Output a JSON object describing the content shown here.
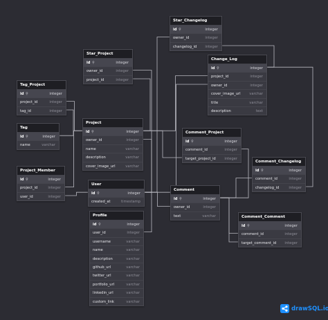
{
  "tables": [
    {
      "id": "star_changelog",
      "name": "Star_Changelog",
      "fields": [
        {
          "name": "id",
          "type": "integer",
          "pk": true
        },
        {
          "name": "owner_id",
          "type": "integer"
        },
        {
          "name": "changelog_id",
          "type": "integer"
        }
      ]
    },
    {
      "id": "change_log",
      "name": "Change_Log",
      "fields": [
        {
          "name": "id",
          "type": "integer",
          "pk": true
        },
        {
          "name": "project_id",
          "type": "integer"
        },
        {
          "name": "owner_id",
          "type": "integer"
        },
        {
          "name": "cover_image_url",
          "type": "varchar"
        },
        {
          "name": "title",
          "type": "varchar"
        },
        {
          "name": "description",
          "type": "text"
        }
      ]
    },
    {
      "id": "star_project",
      "name": "Star_Project",
      "fields": [
        {
          "name": "id",
          "type": "integer",
          "pk": true
        },
        {
          "name": "owner_id",
          "type": "integer"
        },
        {
          "name": "project_id",
          "type": "integer"
        }
      ]
    },
    {
      "id": "tag_project",
      "name": "Tag_Project",
      "fields": [
        {
          "name": "id",
          "type": "integer",
          "pk": true
        },
        {
          "name": "project_id",
          "type": "integer"
        },
        {
          "name": "tag_id",
          "type": "integer"
        }
      ]
    },
    {
      "id": "tag",
      "name": "Tag",
      "fields": [
        {
          "name": "id",
          "type": "integer",
          "pk": true
        },
        {
          "name": "name",
          "type": "varchar"
        }
      ]
    },
    {
      "id": "project",
      "name": "Project",
      "fields": [
        {
          "name": "id",
          "type": "integer",
          "pk": true
        },
        {
          "name": "owner_id",
          "type": "integer"
        },
        {
          "name": "name",
          "type": "varchar"
        },
        {
          "name": "description",
          "type": "varchar"
        },
        {
          "name": "cover_image_url",
          "type": "varchar"
        }
      ]
    },
    {
      "id": "comment_project",
      "name": "Comment_Project",
      "fields": [
        {
          "name": "id",
          "type": "integer",
          "pk": true
        },
        {
          "name": "comment_id",
          "type": "integer"
        },
        {
          "name": "target_project_id",
          "type": "integer"
        }
      ]
    },
    {
      "id": "comment_changelog",
      "name": "Comment_Changelog",
      "fields": [
        {
          "name": "id",
          "type": "integer",
          "pk": true
        },
        {
          "name": "comment_id",
          "type": "integer"
        },
        {
          "name": "changelog_id",
          "type": "integer"
        }
      ]
    },
    {
      "id": "project_member",
      "name": "Project_Member",
      "fields": [
        {
          "name": "id",
          "type": "integer",
          "pk": true
        },
        {
          "name": "project_id",
          "type": "integer"
        },
        {
          "name": "user_id",
          "type": "integer"
        }
      ]
    },
    {
      "id": "user",
      "name": "User",
      "fields": [
        {
          "name": "id",
          "type": "integer",
          "pk": true
        },
        {
          "name": "created_at",
          "type": "timestamp"
        }
      ]
    },
    {
      "id": "comment",
      "name": "Comment",
      "fields": [
        {
          "name": "id",
          "type": "integer",
          "pk": true
        },
        {
          "name": "owner_id",
          "type": "integer"
        },
        {
          "name": "text",
          "type": "varchar"
        }
      ]
    },
    {
      "id": "profile",
      "name": "Profile",
      "fields": [
        {
          "name": "id",
          "type": "integer",
          "pk": true
        },
        {
          "name": "user_id",
          "type": "integer"
        },
        {
          "name": "username",
          "type": "varchar"
        },
        {
          "name": "name",
          "type": "varchar"
        },
        {
          "name": "description",
          "type": "varchar"
        },
        {
          "name": "github_url",
          "type": "varchar"
        },
        {
          "name": "twitter_url",
          "type": "varchar"
        },
        {
          "name": "portfolio_url",
          "type": "varchar"
        },
        {
          "name": "linkedin_url",
          "type": "varchar"
        },
        {
          "name": "custom_link",
          "type": "varchar"
        }
      ]
    },
    {
      "id": "comment_comment",
      "name": "Comment_Comment",
      "fields": [
        {
          "name": "id",
          "type": "integer",
          "pk": true
        },
        {
          "name": "comment_id",
          "type": "integer"
        },
        {
          "name": "target_comment_id",
          "type": "integer"
        }
      ]
    }
  ],
  "relations": [
    {
      "from": "star_changelog.changelog_id",
      "to": "change_log.id"
    },
    {
      "from": "star_project.project_id",
      "to": "project.id"
    },
    {
      "from": "star_project.owner_id",
      "to": "user.id"
    },
    {
      "from": "star_changelog.owner_id",
      "to": "user.id"
    },
    {
      "from": "change_log.project_id",
      "to": "project.id"
    },
    {
      "from": "change_log.owner_id",
      "to": "user.id"
    },
    {
      "from": "tag_project.project_id",
      "to": "project.id"
    },
    {
      "from": "tag_project.tag_id",
      "to": "tag.id"
    },
    {
      "from": "project.owner_id",
      "to": "user.id"
    },
    {
      "from": "project_member.project_id",
      "to": "project.id"
    },
    {
      "from": "project_member.user_id",
      "to": "user.id"
    },
    {
      "from": "comment_project.target_project_id",
      "to": "project.id"
    },
    {
      "from": "comment_project.comment_id",
      "to": "comment.id"
    },
    {
      "from": "comment_changelog.changelog_id",
      "to": "change_log.id"
    },
    {
      "from": "comment_changelog.comment_id",
      "to": "comment.id"
    },
    {
      "from": "comment.owner_id",
      "to": "user.id"
    },
    {
      "from": "profile.user_id",
      "to": "user.id"
    },
    {
      "from": "comment_comment.comment_id",
      "to": "comment.id"
    },
    {
      "from": "comment_comment.target_comment_id",
      "to": "comment.id"
    }
  ],
  "brand": {
    "text": "drawSQL.io",
    "icon": "share-nodes-icon",
    "color": "#1e90ff"
  },
  "colors": {
    "background": "#2c2c33",
    "table_header": "#1e1e23",
    "table_body": "#3a3a42",
    "connector": "#b8b8c0"
  }
}
